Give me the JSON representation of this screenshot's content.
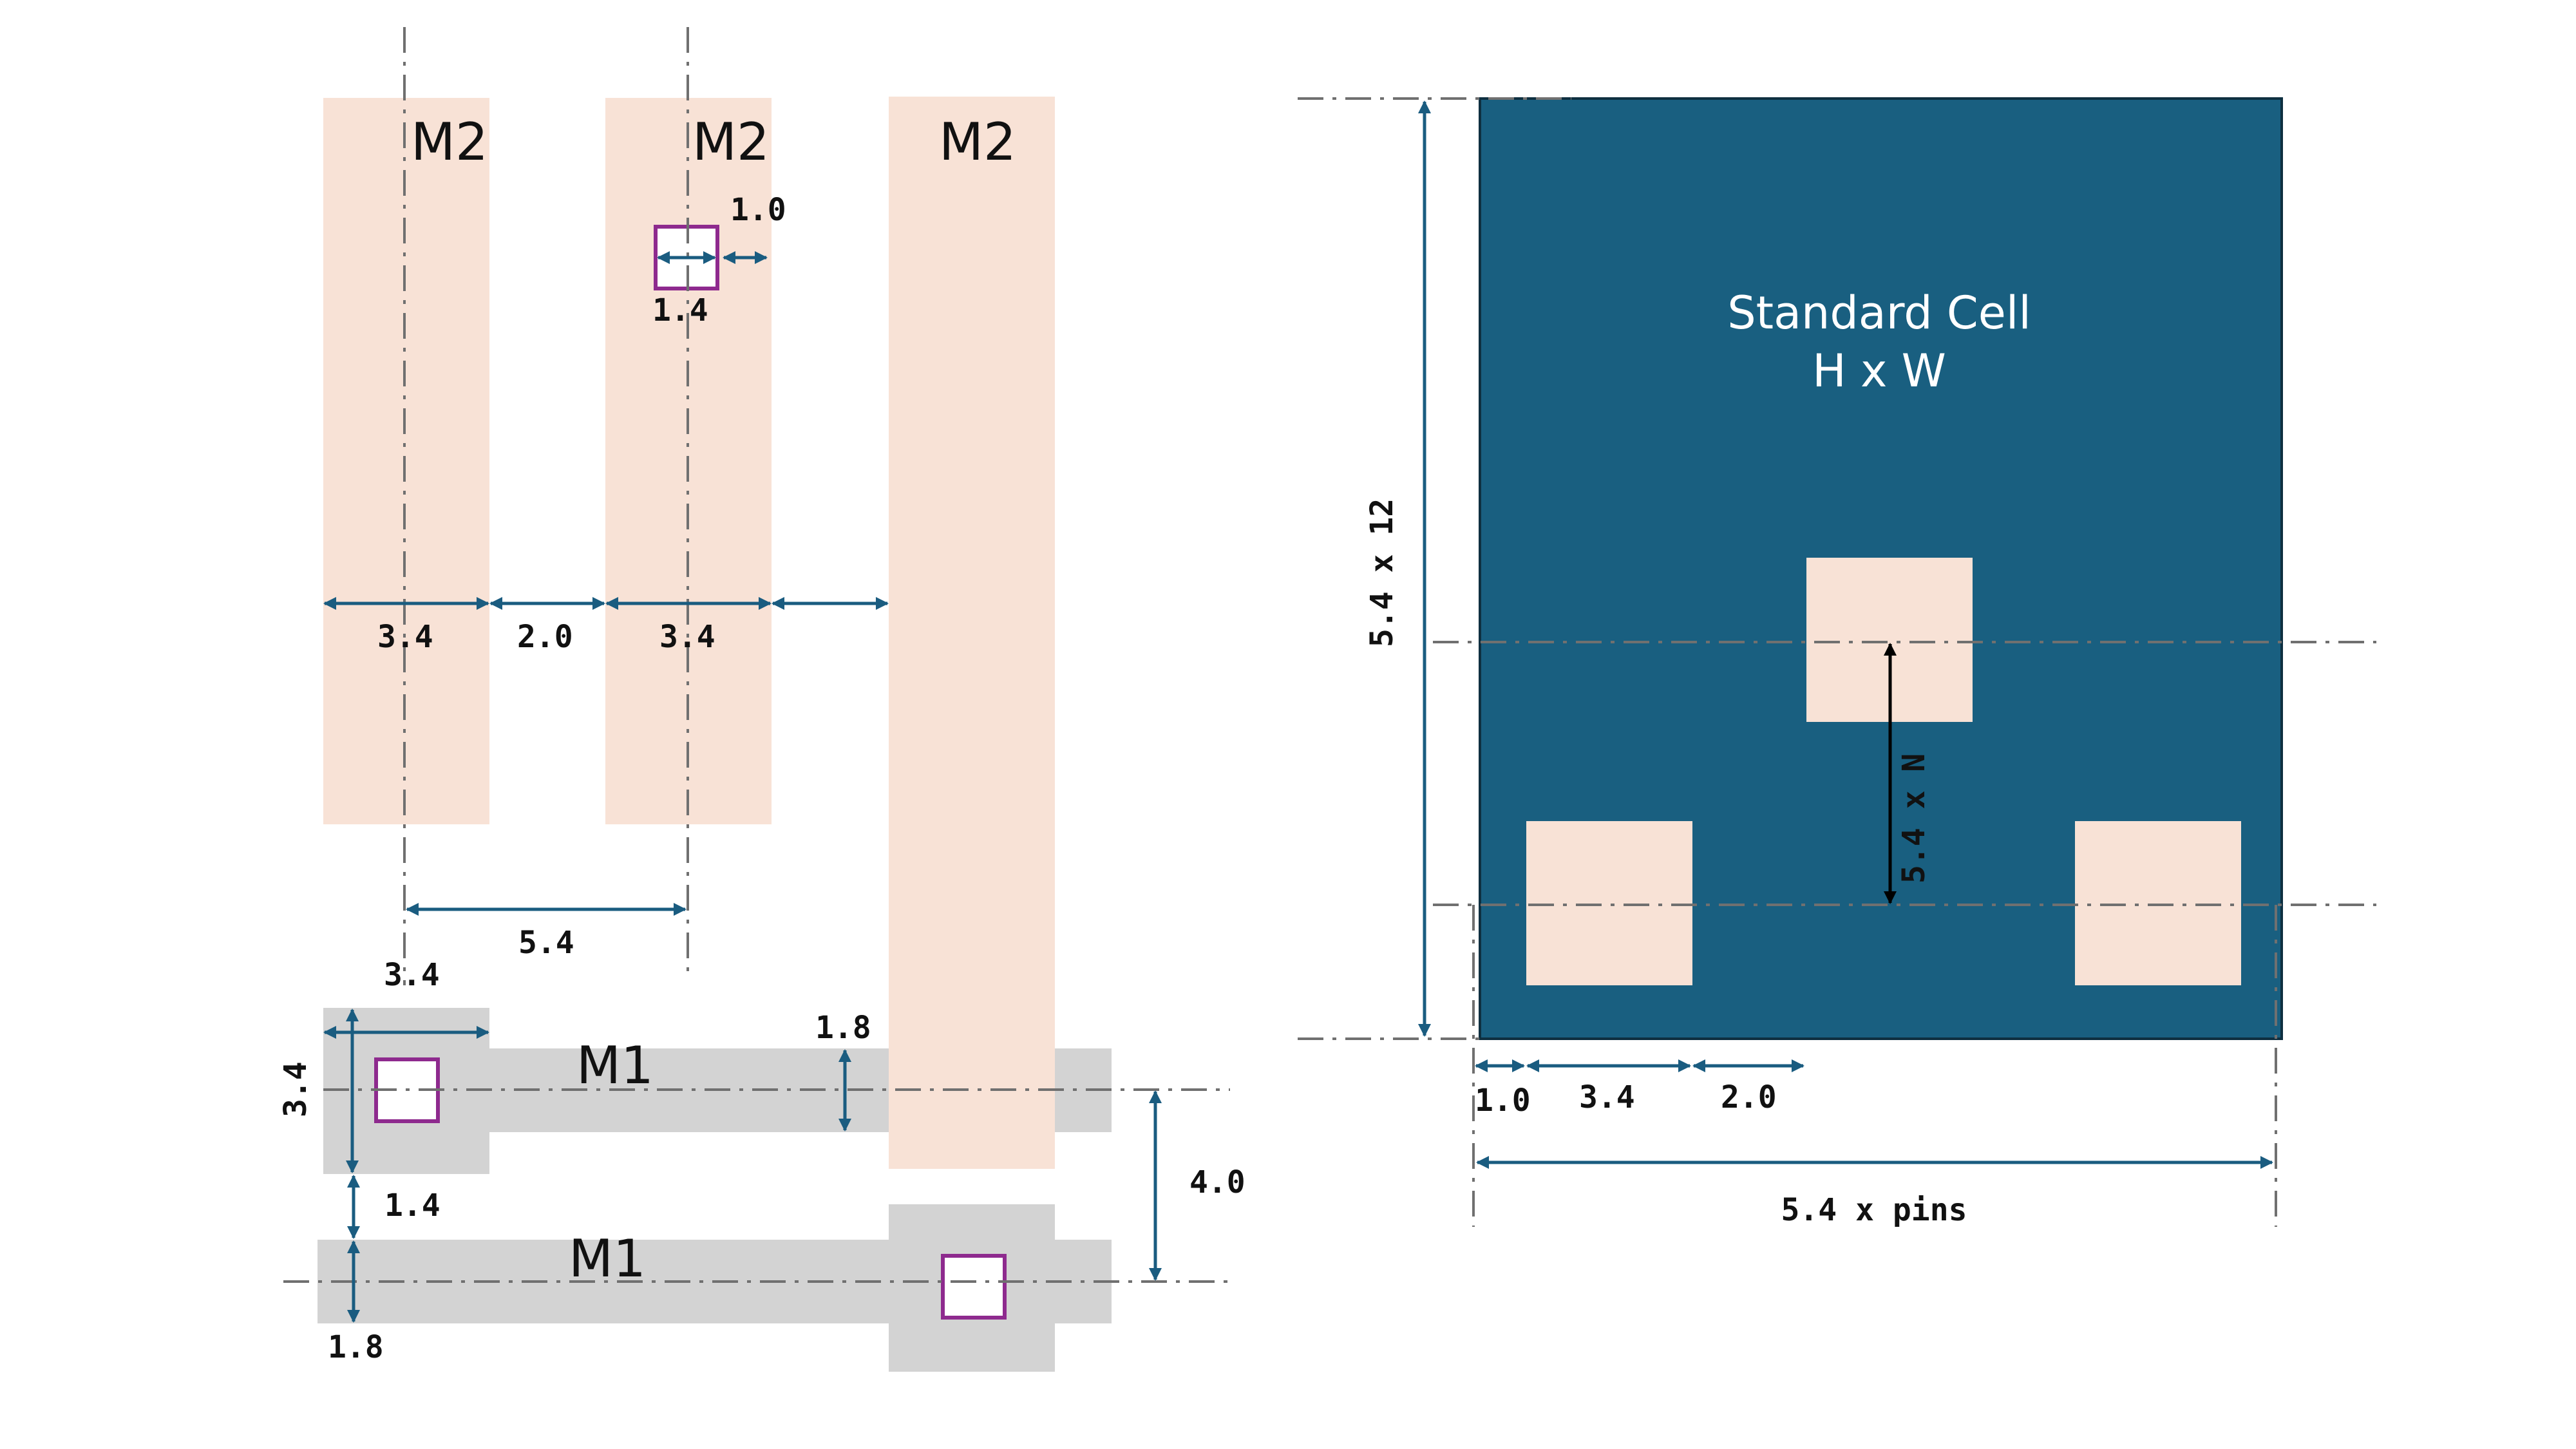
{
  "colors": {
    "m2_fill": "#f8e2d6",
    "m1_fill": "#d3d3d3",
    "cell_fill": "#195f80",
    "cell_pin_fill": "#f8e2d6",
    "dimension_line": "#1a5c80",
    "via_outline": "#8e2a8e",
    "centerline": "#707070"
  },
  "left_panel": {
    "m2_labels": [
      "M2",
      "M2",
      "M2"
    ],
    "m1_labels": [
      "M1",
      "M1"
    ],
    "dims": {
      "via_spacing": "1.0",
      "via_width_top": "1.4",
      "m2_width_a": "3.4",
      "m2_spacing": "2.0",
      "m2_width_b": "3.4",
      "m2_pitch": "5.4",
      "pad_width": "3.4",
      "pad_height": "3.4",
      "m1_width_top": "1.8",
      "m1_gap": "1.4",
      "m1_width_bottom": "1.8",
      "m1_pitch": "4.0"
    }
  },
  "right_panel": {
    "cell_title": "Standard Cell",
    "cell_subtitle": "H x W",
    "dims": {
      "height": "5.4 x 12",
      "pin_offset": "5.4 x N",
      "edge": "1.0",
      "pin_width": "3.4",
      "pin_spacing": "2.0",
      "width": "5.4 x pins"
    }
  }
}
